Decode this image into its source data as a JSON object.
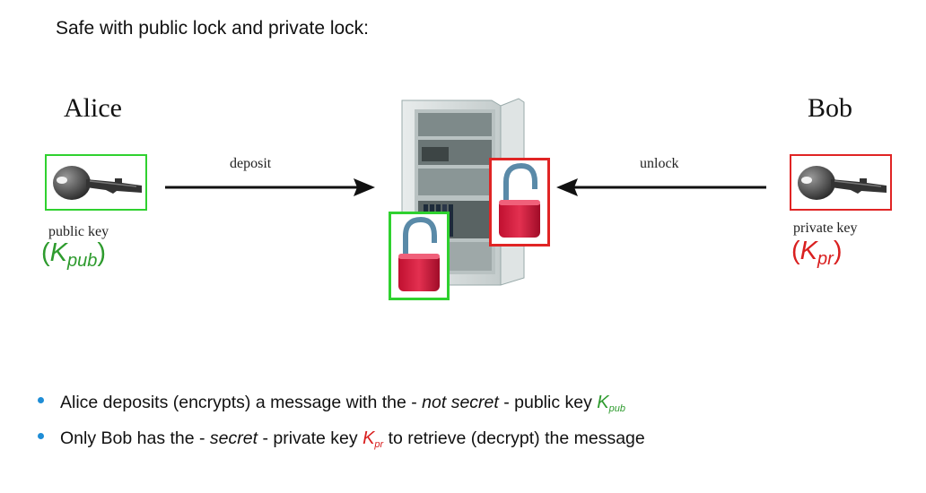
{
  "title": "Safe with public lock and private lock:",
  "alice": {
    "name": "Alice",
    "key_label": "public key",
    "formula_open": "(",
    "formula_k": "K",
    "formula_sub": "pub",
    "formula_close": ")",
    "color": "#2e9b2e",
    "box_color": "#2fd12f"
  },
  "bob": {
    "name": "Bob",
    "key_label": "private key",
    "formula_open": "(",
    "formula_k": "K",
    "formula_sub": "pr",
    "formula_close": ")",
    "color": "#d92020",
    "box_color": "#e02424"
  },
  "arrows": {
    "deposit": "deposit",
    "unlock": "unlock"
  },
  "bullets": {
    "b1_before": "Alice deposits (encrypts) a message with the - ",
    "b1_em": "not secret",
    "b1_after": " - public key ",
    "b1_k": "K",
    "b1_sub": "pub",
    "b2_before": "Only Bob has the - ",
    "b2_em": "secret",
    "b2_mid": " - private key ",
    "b2_k": "K",
    "b2_sub": "pr",
    "b2_after": " to retrieve (decrypt) the message",
    "bullet_color": "#1f8dd6"
  },
  "icons": [
    "key-icon",
    "safe-icon",
    "padlock-icon",
    "arrow-right",
    "arrow-left"
  ]
}
